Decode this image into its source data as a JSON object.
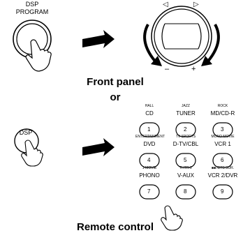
{
  "front": {
    "button_label_line1": "DSP",
    "button_label_line2": "PROGRAM",
    "dial_left_symbol": "◁",
    "dial_right_symbol": "▷",
    "dial_minus": "–",
    "dial_plus": "+",
    "caption": "Front panel"
  },
  "or_text": "or",
  "remote": {
    "dsp_label": "DSP",
    "caption": "Remote control",
    "keys": [
      {
        "top": "HALL",
        "main": "CD",
        "num": "1"
      },
      {
        "top": "JAZZ",
        "main": "TUNER",
        "num": "2"
      },
      {
        "top": "ROCK",
        "main": "MD/CD-R",
        "num": "3"
      },
      {
        "top": "ENTERTAINMENT",
        "main": "DVD",
        "num": "4"
      },
      {
        "top": "TV SPORTS",
        "main": "D-TV/CBL",
        "num": "5"
      },
      {
        "top": "MONO MOVIE",
        "main": "VCR 1",
        "num": "6"
      },
      {
        "top": "1-MOVIE",
        "main": "PHONO",
        "num": "7"
      },
      {
        "top": "THTR-2",
        "main": "V-AUX",
        "num": "8"
      },
      {
        "top": "■■ /DTS SUR.",
        "main": "VCR 2/DVR",
        "num": "9"
      }
    ]
  }
}
